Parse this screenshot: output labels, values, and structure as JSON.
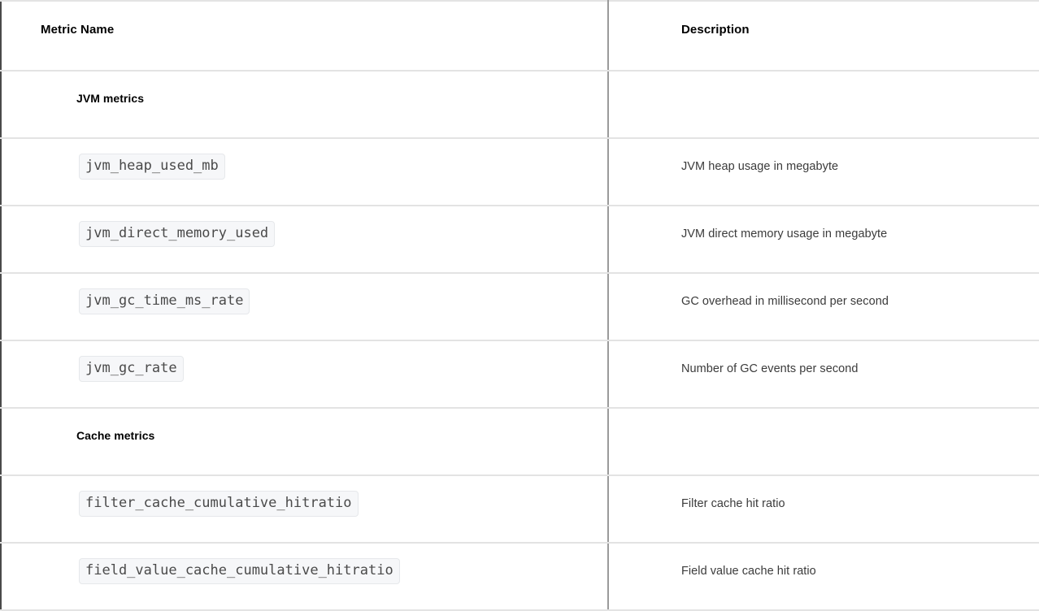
{
  "table": {
    "columns": [
      {
        "key": "metric_name",
        "label": "Metric Name"
      },
      {
        "key": "description",
        "label": "Description"
      }
    ],
    "colors": {
      "page_background": "#ffffff",
      "outer_border": "#4a4a4a",
      "column_divider": "#9a9a9a",
      "row_separator": "#e3e3e3",
      "chip_background": "#f6f7f9",
      "chip_border": "#e6e8eb",
      "chip_text": "#4a4a4a",
      "heading_text": "#000000",
      "description_text": "#3b3b3b"
    },
    "sections": [
      {
        "id": "jvm-metrics",
        "title": "JVM metrics",
        "description": "",
        "rows": [
          {
            "metric_name": "jvm_heap_used_mb",
            "description": "JVM heap usage in megabyte"
          },
          {
            "metric_name": "jvm_direct_memory_used",
            "description": "JVM direct memory usage in megabyte"
          },
          {
            "metric_name": "jvm_gc_time_ms_rate",
            "description": "GC overhead in millisecond per second"
          },
          {
            "metric_name": "jvm_gc_rate",
            "description": "Number of GC events per second"
          }
        ]
      },
      {
        "id": "cache-metrics",
        "title": "Cache metrics",
        "description": "",
        "rows": [
          {
            "metric_name": "filter_cache_cumulative_hitratio",
            "description": "Filter cache hit ratio"
          },
          {
            "metric_name": "field_value_cache_cumulative_hitratio",
            "description": "Field value cache hit ratio"
          }
        ]
      }
    ]
  }
}
